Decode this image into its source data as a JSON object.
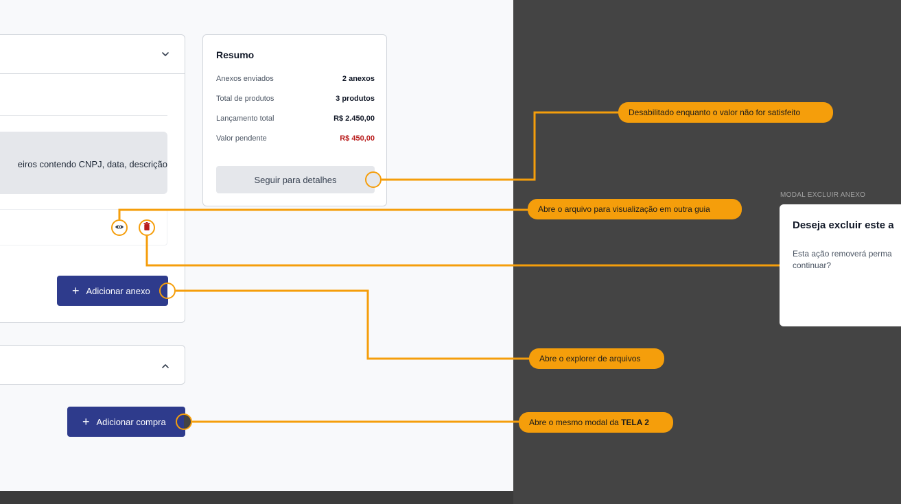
{
  "summary": {
    "title": "Resumo",
    "rows": [
      {
        "label": "Anexos enviados",
        "value": "2 anexos"
      },
      {
        "label": "Total de produtos",
        "value": "3 produtos"
      },
      {
        "label": "Lançamento total",
        "value": "R$ 2.450,00"
      },
      {
        "label": "Valor pendente",
        "value": "R$ 450,00"
      }
    ],
    "button_label": "Seguir para detalhes"
  },
  "attachments": {
    "info_text": "eiros contendo CNPJ, data, descrição",
    "add_button_label": "Adicionar anexo",
    "add_icon": "+"
  },
  "purchases": {
    "add_button_label": "Adicionar compra",
    "add_icon": "+"
  },
  "annotations": {
    "disabled_note": "Desabilitado enquanto o valor não for satisfeito",
    "view_note": "Abre o arquivo para visualização em outra guia",
    "explorer_note": "Abre o explorer de arquivos",
    "modal_note_prefix": "Abre o mesmo modal da ",
    "modal_note_bold": "TELA 2"
  },
  "modal": {
    "caption": "MODAL EXCLUIR ANEXO",
    "title": "Deseja excluir este a",
    "text": "Esta ação removerá perma continuar?"
  },
  "colors": {
    "accent_orange": "#f59e0b",
    "primary_blue": "#2e3b8c",
    "danger_red": "#b91c1c",
    "backdrop": "#444444"
  },
  "icons": {
    "view": "eye-icon",
    "delete": "trash-icon",
    "expand": "chevron-down-icon",
    "collapse": "chevron-up-icon"
  }
}
